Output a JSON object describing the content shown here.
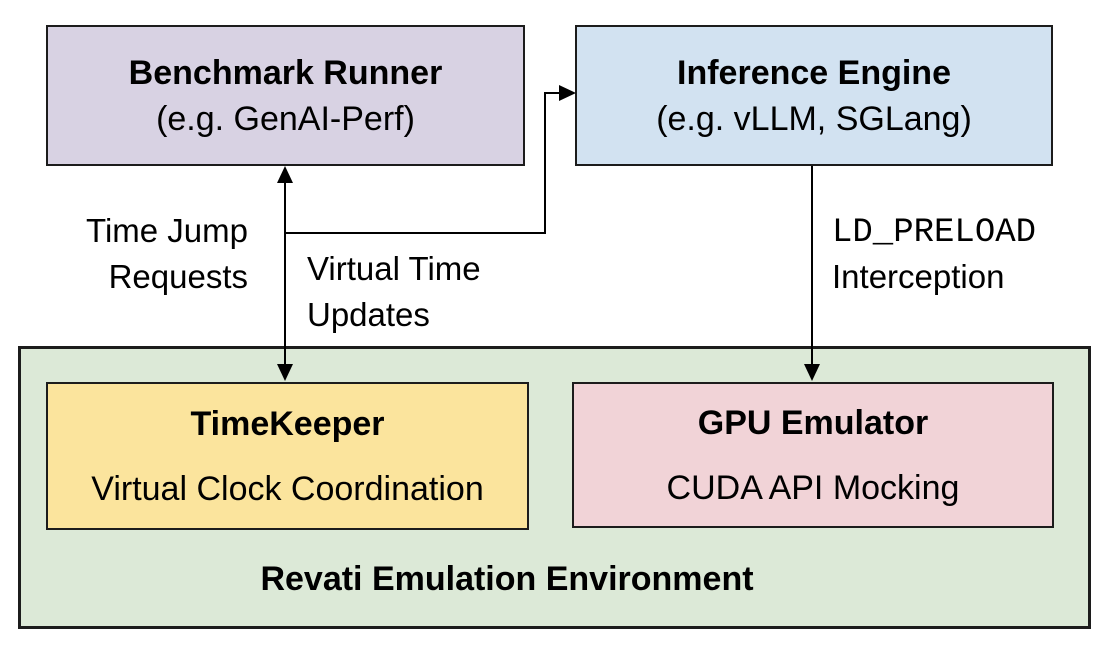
{
  "diagram": {
    "boxes": {
      "benchmark": {
        "title": "Benchmark Runner",
        "subtitle": "(e.g. GenAI-Perf)",
        "fill": "#D8D2E3"
      },
      "inference": {
        "title": "Inference Engine",
        "subtitle": "(e.g. vLLM, SGLang)",
        "fill": "#D2E2F1"
      },
      "timekeeper": {
        "title": "TimeKeeper",
        "subtitle": "Virtual Clock Coordination",
        "fill": "#FBE49D"
      },
      "gpu": {
        "title": "GPU Emulator",
        "subtitle": "CUDA API Mocking",
        "fill": "#F1D3D7"
      },
      "environment": {
        "label": "Revati Emulation Environment",
        "fill": "#DCE9D7"
      }
    },
    "edge_labels": {
      "time_jump": {
        "line1": "Time Jump",
        "line2": "Requests"
      },
      "virtual_time": {
        "line1": "Virtual Time",
        "line2": "Updates"
      },
      "ld_preload": {
        "line1": "LD_PRELOAD",
        "line2": "Interception"
      }
    },
    "colors": {
      "border": "#1c1c1c",
      "arrow": "#000000",
      "background": "#ffffff"
    }
  }
}
